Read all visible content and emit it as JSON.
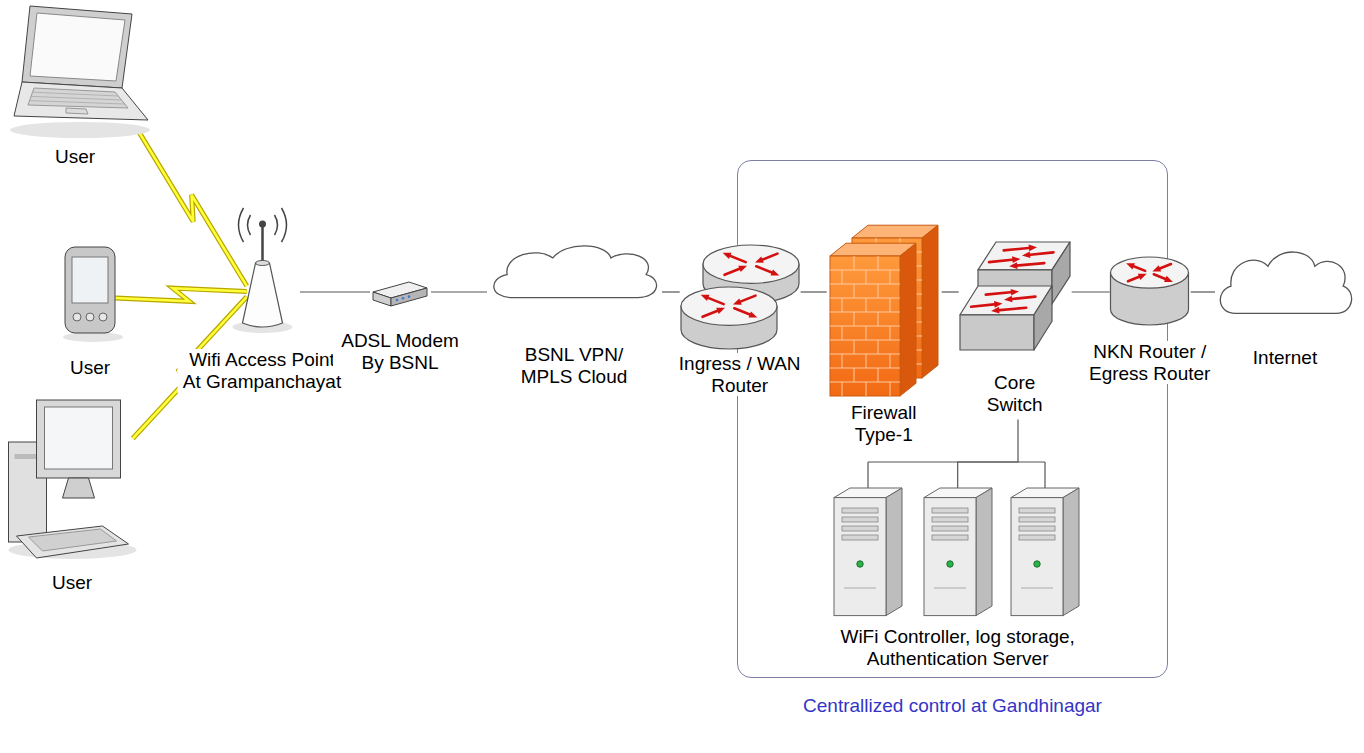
{
  "diagram": {
    "nodes": [
      {
        "text": [
          "User"
        ]
      },
      {
        "text": [
          "User"
        ]
      },
      {
        "text": [
          "User"
        ]
      },
      {
        "text": [
          "Wifi Access Point At Grampanchayat"
        ]
      },
      {
        "text": [
          "ADSL Modem By BSNL"
        ]
      },
      {
        "text": [
          "BSNL VPN/ MPLS Cloud"
        ]
      },
      {
        "text": [
          "Centrallized control at Gandhinagar"
        ]
      },
      {
        "text": [
          "Ingress / WAN Router"
        ],
        "in": 6
      },
      {
        "text": [
          "Firewall Type-1"
        ],
        "in": 6
      },
      {
        "text": [
          "Core Switch"
        ],
        "in": 6
      },
      {
        "text": [
          "NKN Router / Egress Router"
        ],
        "in": 6
      },
      {
        "text": [
          "WiFi Controller, log storage, Authentication Server"
        ],
        "in": 6
      },
      {
        "text": [
          "Internet"
        ]
      }
    ],
    "edges": [
      {
        "from": 0,
        "to": 3,
        "arrow": "none"
      },
      {
        "from": 1,
        "to": 3,
        "arrow": "none"
      },
      {
        "from": 2,
        "to": 3,
        "arrow": "none"
      },
      {
        "from": 3,
        "to": 4,
        "arrow": "none"
      },
      {
        "from": 4,
        "to": 5,
        "arrow": "none"
      },
      {
        "from": 5,
        "to": 7,
        "arrow": "none"
      },
      {
        "from": 7,
        "to": 8,
        "arrow": "none"
      },
      {
        "from": 8,
        "to": 9,
        "arrow": "none"
      },
      {
        "from": 9,
        "to": 10,
        "arrow": "none"
      },
      {
        "from": 10,
        "to": 12,
        "arrow": "none"
      },
      {
        "from": 9,
        "to": 11,
        "arrow": "none"
      }
    ]
  }
}
